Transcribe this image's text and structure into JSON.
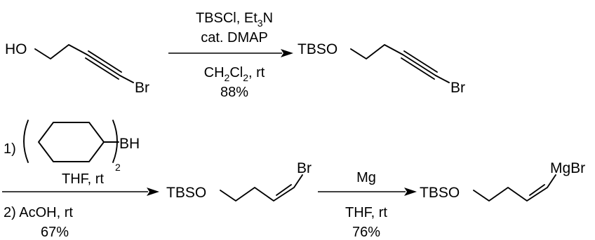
{
  "step1": {
    "reactant_ho": "HO",
    "reactant_br": "Br",
    "reagent_line1": "TBSCl, Et",
    "reagent_line1_sub": "3",
    "reagent_line1_tail": "N",
    "reagent_line2": "cat. DMAP",
    "solvent_a": "CH",
    "solvent_sub1": "2",
    "solvent_b": "Cl",
    "solvent_sub2": "2",
    "solvent_tail": ", rt",
    "yield": "88%",
    "product_tbso": "TBSO",
    "product_br": "Br"
  },
  "step2": {
    "label_1": "1)",
    "boron_label": "BH",
    "boron_sub": "2",
    "solvent": "THF, rt",
    "label_2": "2) AcOH, rt",
    "yield": "67%",
    "product_tbso": "TBSO",
    "product_br": "Br"
  },
  "step3": {
    "reagent": "Mg",
    "solvent": "THF, rt",
    "yield": "76%",
    "product_tbso": "TBSO",
    "product_mgbr": "MgBr"
  }
}
